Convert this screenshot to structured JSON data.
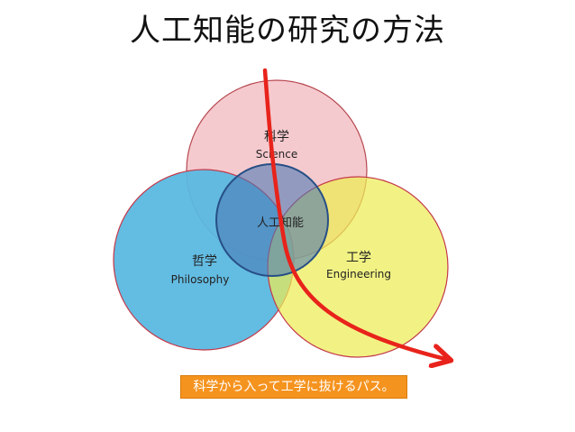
{
  "title": "人工知能の研究の方法",
  "circles": {
    "science": {
      "label": "科学",
      "sublabel": "Science",
      "color": "#f2b8bd"
    },
    "philosophy": {
      "label": "哲学",
      "sublabel": "Philosophy",
      "color": "#5bb8e0"
    },
    "engineering": {
      "label": "工学",
      "sublabel": "Engineering",
      "color": "#eded55"
    },
    "center": {
      "label": "人工知能",
      "color": "#4a78b5"
    }
  },
  "path": {
    "color": "#e8231b"
  },
  "caption": {
    "text": "科学から入って工学に抜けるパス。",
    "color": "#f5931f"
  }
}
